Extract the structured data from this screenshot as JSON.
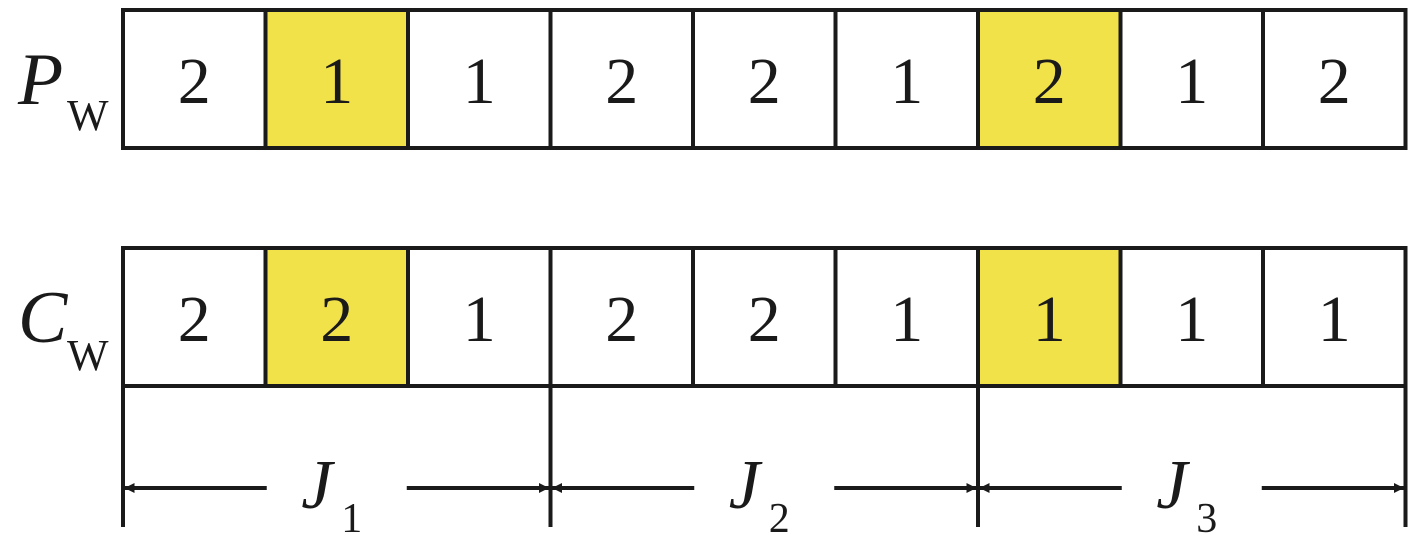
{
  "colors": {
    "highlight": "#F2E24A",
    "cell_fill": "#FFFFFF",
    "stroke": "#1A1A1A",
    "text": "#1A1A1A"
  },
  "rows": [
    {
      "label": "P",
      "label_sub": "W",
      "values": [
        "2",
        "1",
        "1",
        "2",
        "2",
        "1",
        "2",
        "1",
        "2"
      ],
      "highlighted": [
        1,
        6
      ]
    },
    {
      "label": "C",
      "label_sub": "W",
      "values": [
        "2",
        "2",
        "1",
        "2",
        "2",
        "1",
        "1",
        "1",
        "1"
      ],
      "highlighted": [
        1,
        6
      ]
    }
  ],
  "segments": [
    {
      "label": "J",
      "sub": "1",
      "span": [
        0,
        3
      ]
    },
    {
      "label": "J",
      "sub": "2",
      "span": [
        3,
        6
      ]
    },
    {
      "label": "J",
      "sub": "3",
      "span": [
        6,
        9
      ]
    }
  ]
}
